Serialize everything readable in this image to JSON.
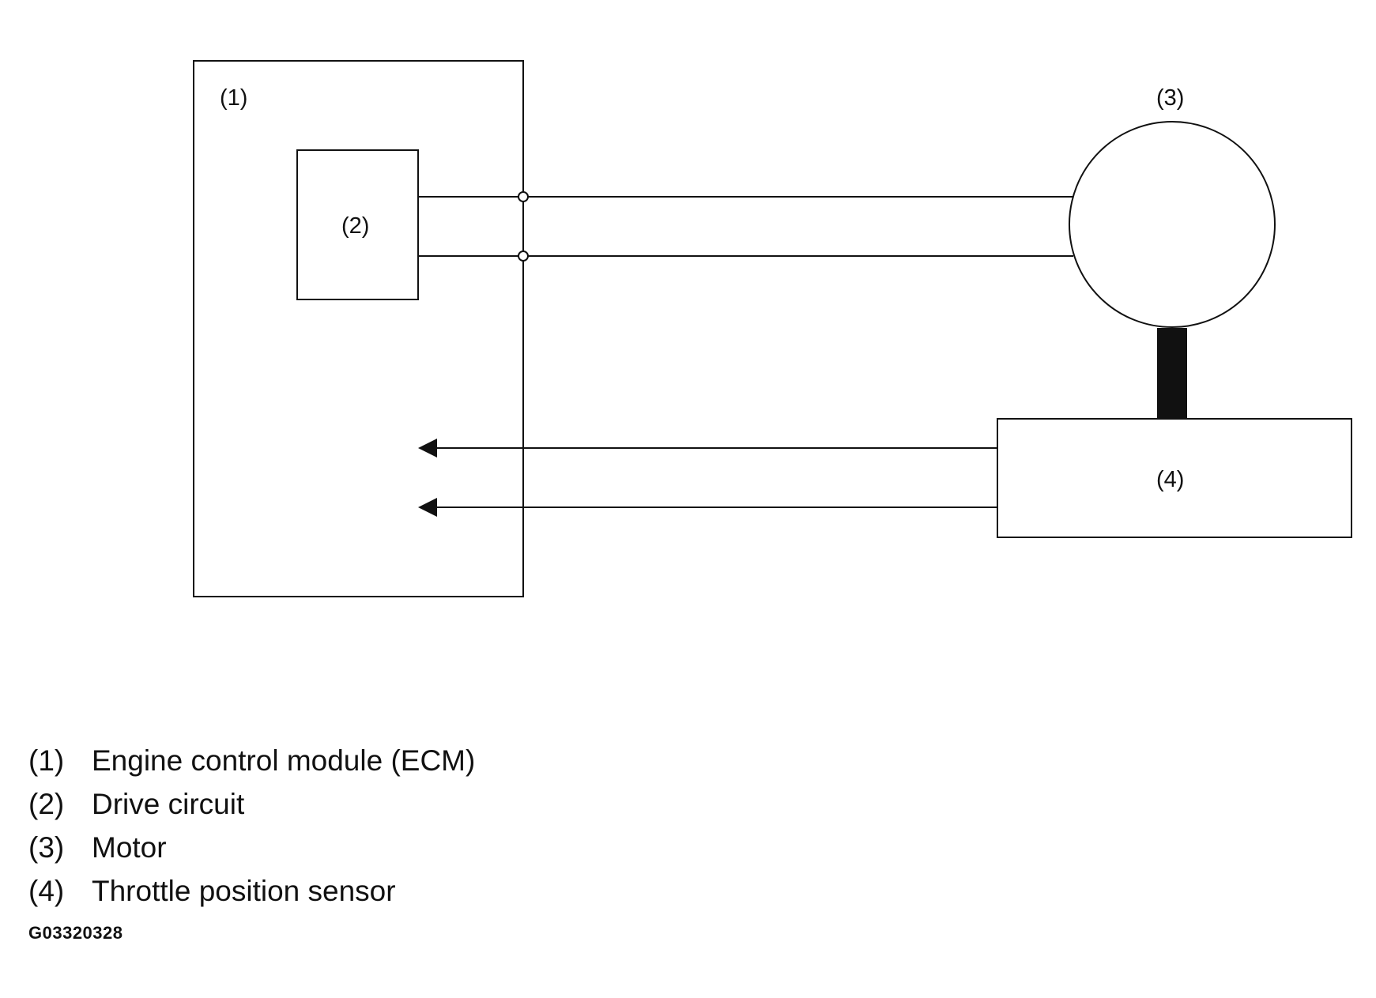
{
  "diagram": {
    "labels": {
      "ecm": "(1)",
      "drive_circuit": "(2)",
      "motor": "(3)",
      "throttle_sensor": "(4)"
    }
  },
  "legend": {
    "items": [
      {
        "num": "(1)",
        "text": "Engine control module (ECM)"
      },
      {
        "num": "(2)",
        "text": "Drive circuit"
      },
      {
        "num": "(3)",
        "text": "Motor"
      },
      {
        "num": "(4)",
        "text": "Throttle position sensor"
      }
    ]
  },
  "figure_code": "G03320328"
}
